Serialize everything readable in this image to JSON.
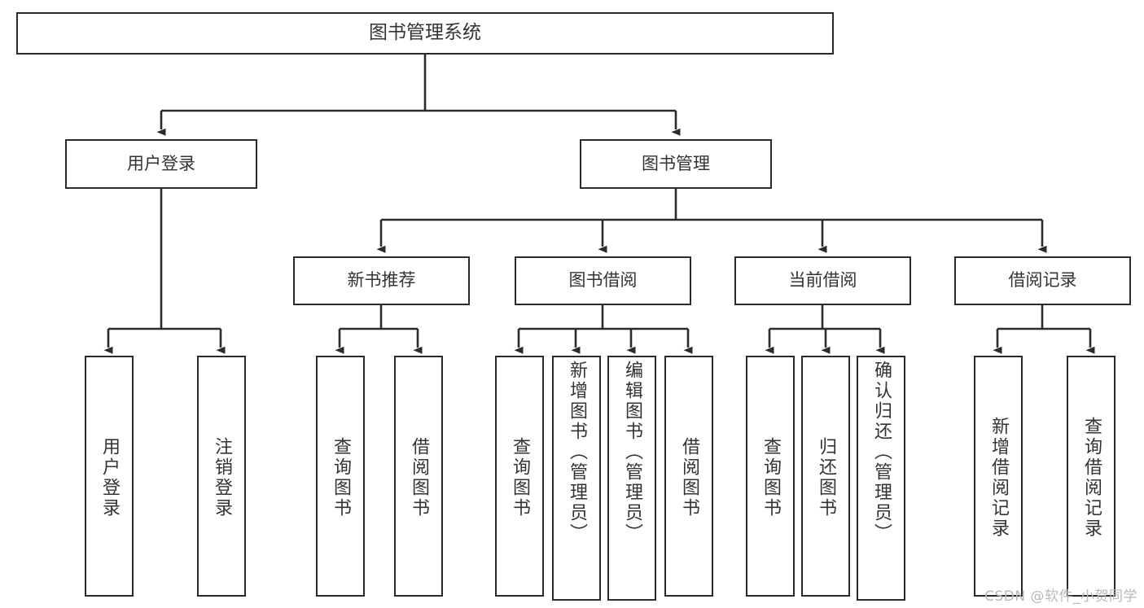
{
  "diagram": {
    "title": "图书管理系统",
    "type": "tree",
    "colors": {
      "background": "#ffffff",
      "box_border": "#2b2b2b",
      "box_fill": "#ffffff",
      "text": "#333333",
      "connector": "#2b2b2b",
      "watermark": "#b9b9b9"
    },
    "root": {
      "label": "图书管理系统"
    },
    "level1": [
      {
        "label": "用户登录"
      },
      {
        "label": "图书管理"
      }
    ],
    "level2": [
      {
        "label": "新书推荐"
      },
      {
        "label": "图书借阅"
      },
      {
        "label": "当前借阅"
      },
      {
        "label": "借阅记录"
      }
    ],
    "leaves": {
      "user_login": [
        {
          "label": "用户登录"
        },
        {
          "label": "注销登录"
        }
      ],
      "new_book_recommend": [
        {
          "label": "查询图书"
        },
        {
          "label": "借阅图书"
        }
      ],
      "book_borrow": [
        {
          "label": "查询图书"
        },
        {
          "label": "新增图书（管理员）"
        },
        {
          "label": "编辑图书（管理员）"
        },
        {
          "label": "借阅图书"
        }
      ],
      "current_borrow": [
        {
          "label": "查询图书"
        },
        {
          "label": "归还图书"
        },
        {
          "label": "确认归还（管理员）"
        }
      ],
      "borrow_record": [
        {
          "label": "新增借阅记录"
        },
        {
          "label": "查询借阅记录"
        }
      ]
    }
  },
  "watermark": {
    "text": "CSDN @软件_小贺同学"
  }
}
